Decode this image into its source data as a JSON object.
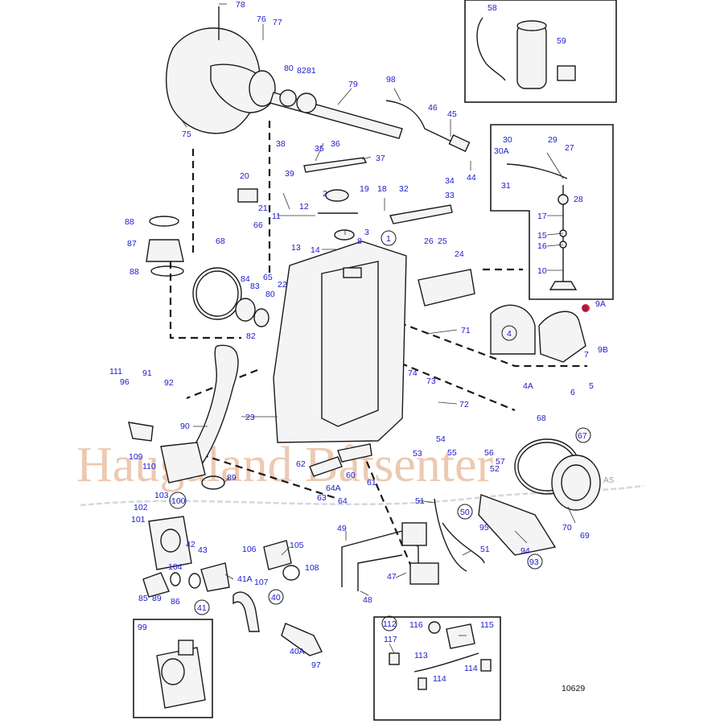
{
  "drawing_number": "10629",
  "watermark": {
    "text": "Haugaland Båtsenter",
    "suffix": "AS",
    "color": "#d98a55"
  },
  "accent_colors": {
    "labels": "#1a1acc",
    "highlight_marker": "#e02020"
  },
  "labels": {
    "n78": "78",
    "n76": "76",
    "n77": "77",
    "n75": "75",
    "n80a": "80",
    "n82a": "82",
    "n81": "81",
    "n79": "79",
    "n98": "98",
    "n46": "46",
    "n45": "45",
    "n44": "44",
    "n58": "58",
    "n59": "59",
    "n38": "38",
    "n35": "35",
    "n36": "36",
    "n37": "37",
    "n39": "39",
    "n20": "20",
    "n21": "21",
    "n2": "2",
    "n19": "19",
    "n18": "18",
    "n32": "32",
    "n34": "34",
    "n33": "33",
    "n11": "11",
    "n12": "12",
    "n13": "13",
    "n3": "3",
    "n14": "14",
    "n8": "8",
    "n1": "1",
    "n26": "26",
    "n25": "25",
    "n24": "24",
    "n66": "66",
    "n65": "65",
    "n22": "22",
    "n68a": "68",
    "n84": "84",
    "n83": "83",
    "n80b": "80",
    "n82b": "82",
    "n88a": "88",
    "n87": "87",
    "n88b": "88",
    "n30": "30",
    "n29": "29",
    "n30A": "30A",
    "n27": "27",
    "n31": "31",
    "n28": "28",
    "n17": "17",
    "n15": "15",
    "n16": "16",
    "n10": "10",
    "n9": "9",
    "n9A": "9A",
    "n9B": "9B",
    "n4": "4",
    "n7": "7",
    "n4A": "4A",
    "n6": "6",
    "n5": "5",
    "n71": "71",
    "n74": "74",
    "n73": "73",
    "n72": "72",
    "n111": "111",
    "n96": "96",
    "n91": "91",
    "n92": "92",
    "n90": "90",
    "n23": "23",
    "n109": "109",
    "n110": "110",
    "n89a": "89",
    "n68b": "68",
    "n67": "67",
    "n53": "53",
    "n54": "54",
    "n55": "55",
    "n56": "56",
    "n57": "57",
    "n52": "52",
    "n62": "62",
    "n60": "60",
    "n61": "61",
    "n64A": "64A",
    "n63": "63",
    "n64": "64",
    "n102": "102",
    "n103": "103",
    "n100": "100",
    "n101": "101",
    "n51a": "51",
    "n50": "50",
    "n95": "95",
    "n70": "70",
    "n69": "69",
    "n94": "94",
    "n93": "93",
    "n51b": "51",
    "n49": "49",
    "n42": "42",
    "n43": "43",
    "n104": "104",
    "n106": "106",
    "n105": "105",
    "n108": "108",
    "n107": "107",
    "n41A": "41A",
    "n47": "47",
    "n85": "85",
    "n89b": "89",
    "n86": "86",
    "n41": "41",
    "n40": "40",
    "n48": "48",
    "n99": "99",
    "n40A": "40A",
    "n97": "97",
    "n112": "112",
    "n116": "116",
    "n115": "115",
    "n117": "117",
    "n113": "113",
    "n114a": "114",
    "n114b": "114"
  }
}
